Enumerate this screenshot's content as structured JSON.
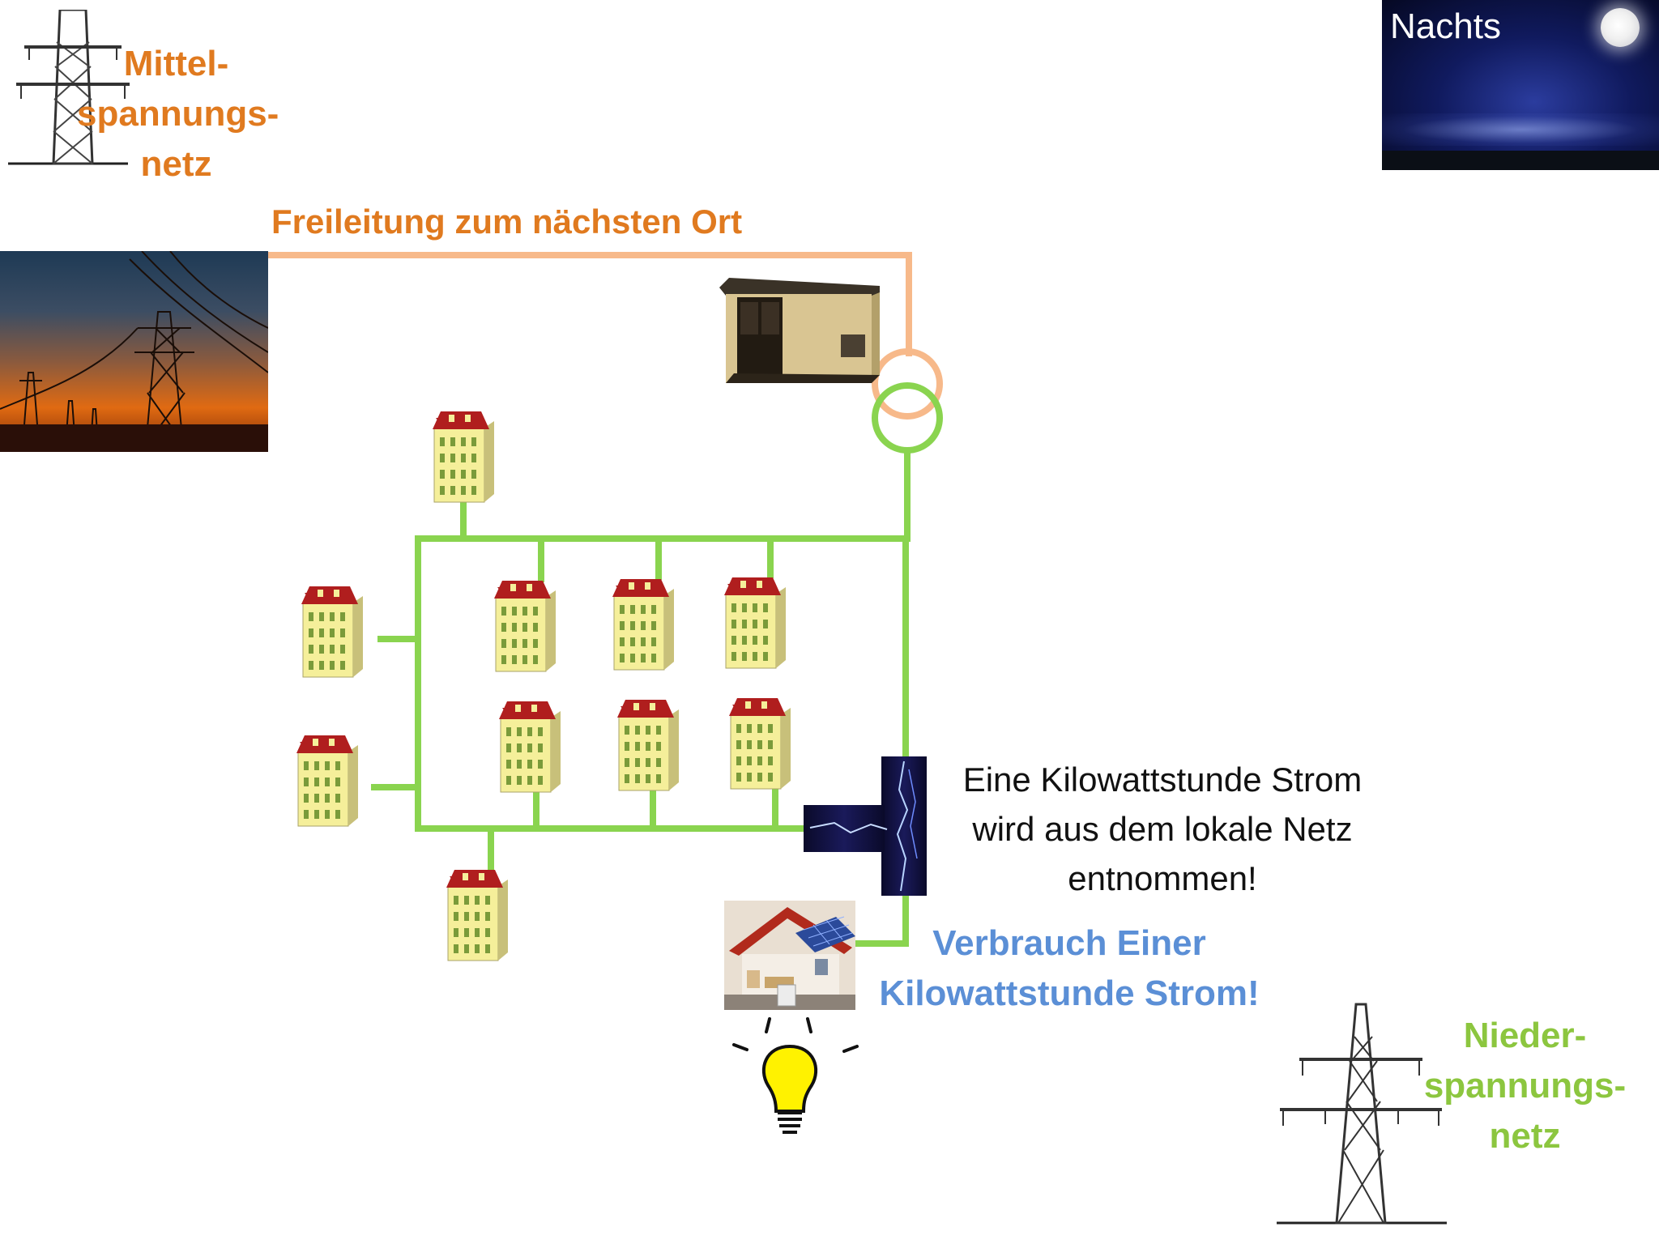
{
  "labels": {
    "medium_voltage_grid": "Mittel-\nspannungs-\nnetz",
    "low_voltage_grid": "Nieder-\nspannungs-\nnetz",
    "overhead_line": "Freileitung zum nächsten Ort",
    "night": "Nachts",
    "statement": "Eine Kilowattstunde Strom wird aus dem lokale Netz entnommen!",
    "consumption": "Verbrauch Einer Kilowattstunde Strom!"
  },
  "icons": [
    "transmission-tower-icon",
    "transformer-station-icon",
    "transformer-symbol-icon",
    "apartment-building-icon",
    "solar-house-icon",
    "light-bulb-icon",
    "lightning-icon",
    "moon-icon"
  ],
  "colors": {
    "medium_voltage": "#f7b98a",
    "low_voltage": "#8ad44f",
    "orange_text": "#e07a1f",
    "green_text": "#8cc63f",
    "blue_text": "#5b8fd6"
  }
}
